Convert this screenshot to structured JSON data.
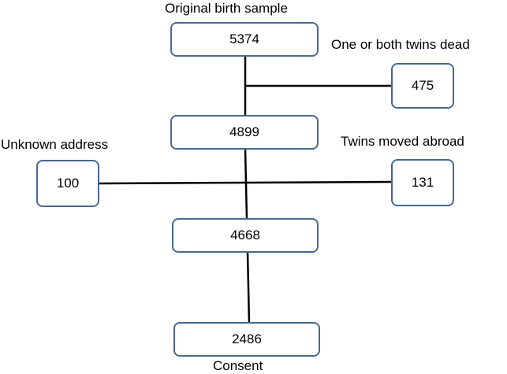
{
  "labels": {
    "original": "Original birth sample",
    "dead": "One or both twins dead",
    "unknown": "Unknown  address",
    "abroad": "Twins moved abroad",
    "consent": "Consent"
  },
  "nodes": {
    "original": "5374",
    "dead": "475",
    "after_dead": "4899",
    "unknown": "100",
    "abroad": "131",
    "after_moves": "4668",
    "consent": "2486"
  },
  "colors": {
    "box_border": "#4a6890",
    "line": "#000000"
  }
}
